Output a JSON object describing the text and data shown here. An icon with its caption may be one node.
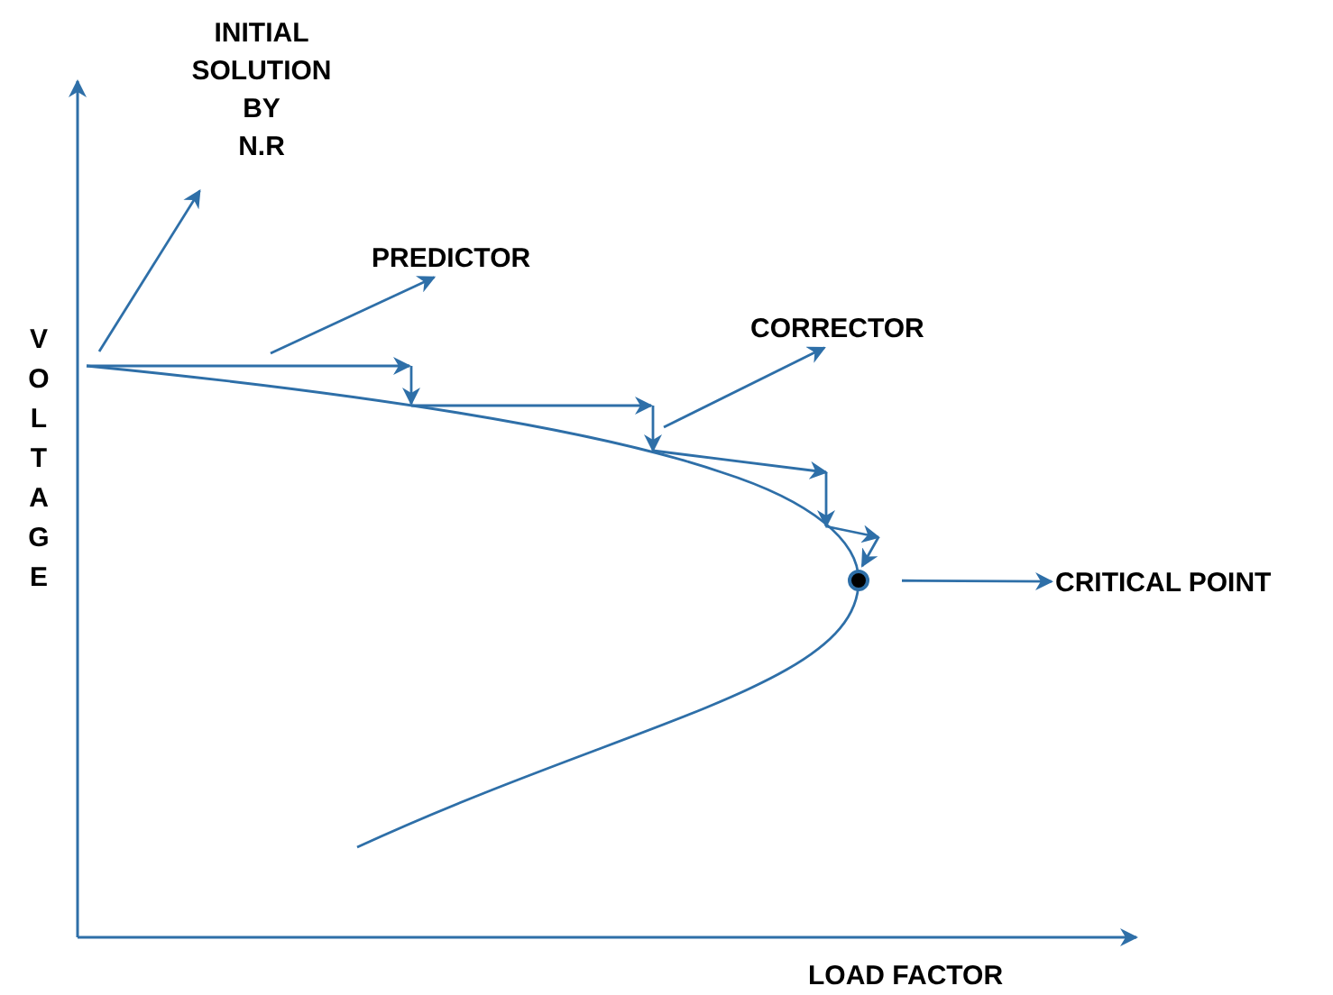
{
  "diagram": {
    "nodes": [
      {
        "text": [
          "INITIAL SOLUTION BY N.R"
        ]
      },
      {
        "text": [
          "PREDICTOR"
        ]
      },
      {
        "text": [
          "CORRECTOR"
        ]
      },
      {
        "text": [
          "CRITICAL POINT"
        ]
      },
      {
        "text": [],
        "shape": "circle"
      }
    ],
    "edges": [
      {
        "from": null,
        "to": 0,
        "arrow": "to"
      },
      {
        "from": null,
        "to": 1,
        "arrow": "to"
      },
      {
        "from": null,
        "to": 2,
        "arrow": "to"
      },
      {
        "from": 4,
        "to": 3,
        "arrow": "to"
      }
    ],
    "labels": [
      "VOLTAGE",
      "LOAD FACTOR"
    ]
  }
}
